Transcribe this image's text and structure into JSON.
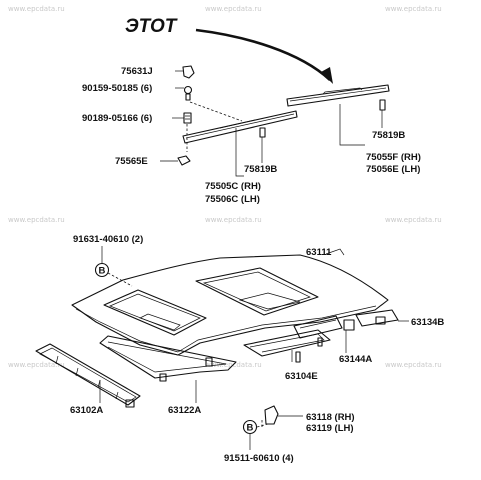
{
  "annotation": {
    "text": "ЭТОТ"
  },
  "watermark": "www.epcdata.ru",
  "callouts": {
    "c75631j": "75631J",
    "c9015950185": "90159-50185 (6)",
    "c9018905166": "90189-05166 (6)",
    "c75565e": "75565E",
    "c75819b_left": "75819B",
    "c75819b_right": "75819B",
    "c75055f": "75055F (RH)",
    "c75056e": "75056E (LH)",
    "c75505c": "75505C (RH)",
    "c75506c": "75506C (LH)",
    "c9163140610": "91631-40610 (2)",
    "c63111": "63111",
    "c63134b": "63134B",
    "c63144a": "63144A",
    "c63104e": "63104E",
    "c63102a": "63102A",
    "c63122a": "63122A",
    "c63118": "63118 (RH)",
    "c63119": "63119 (LH)",
    "c9151160610": "91511-60610 (4)"
  },
  "markers": {
    "b_top": "B",
    "b_bottom": "B"
  }
}
